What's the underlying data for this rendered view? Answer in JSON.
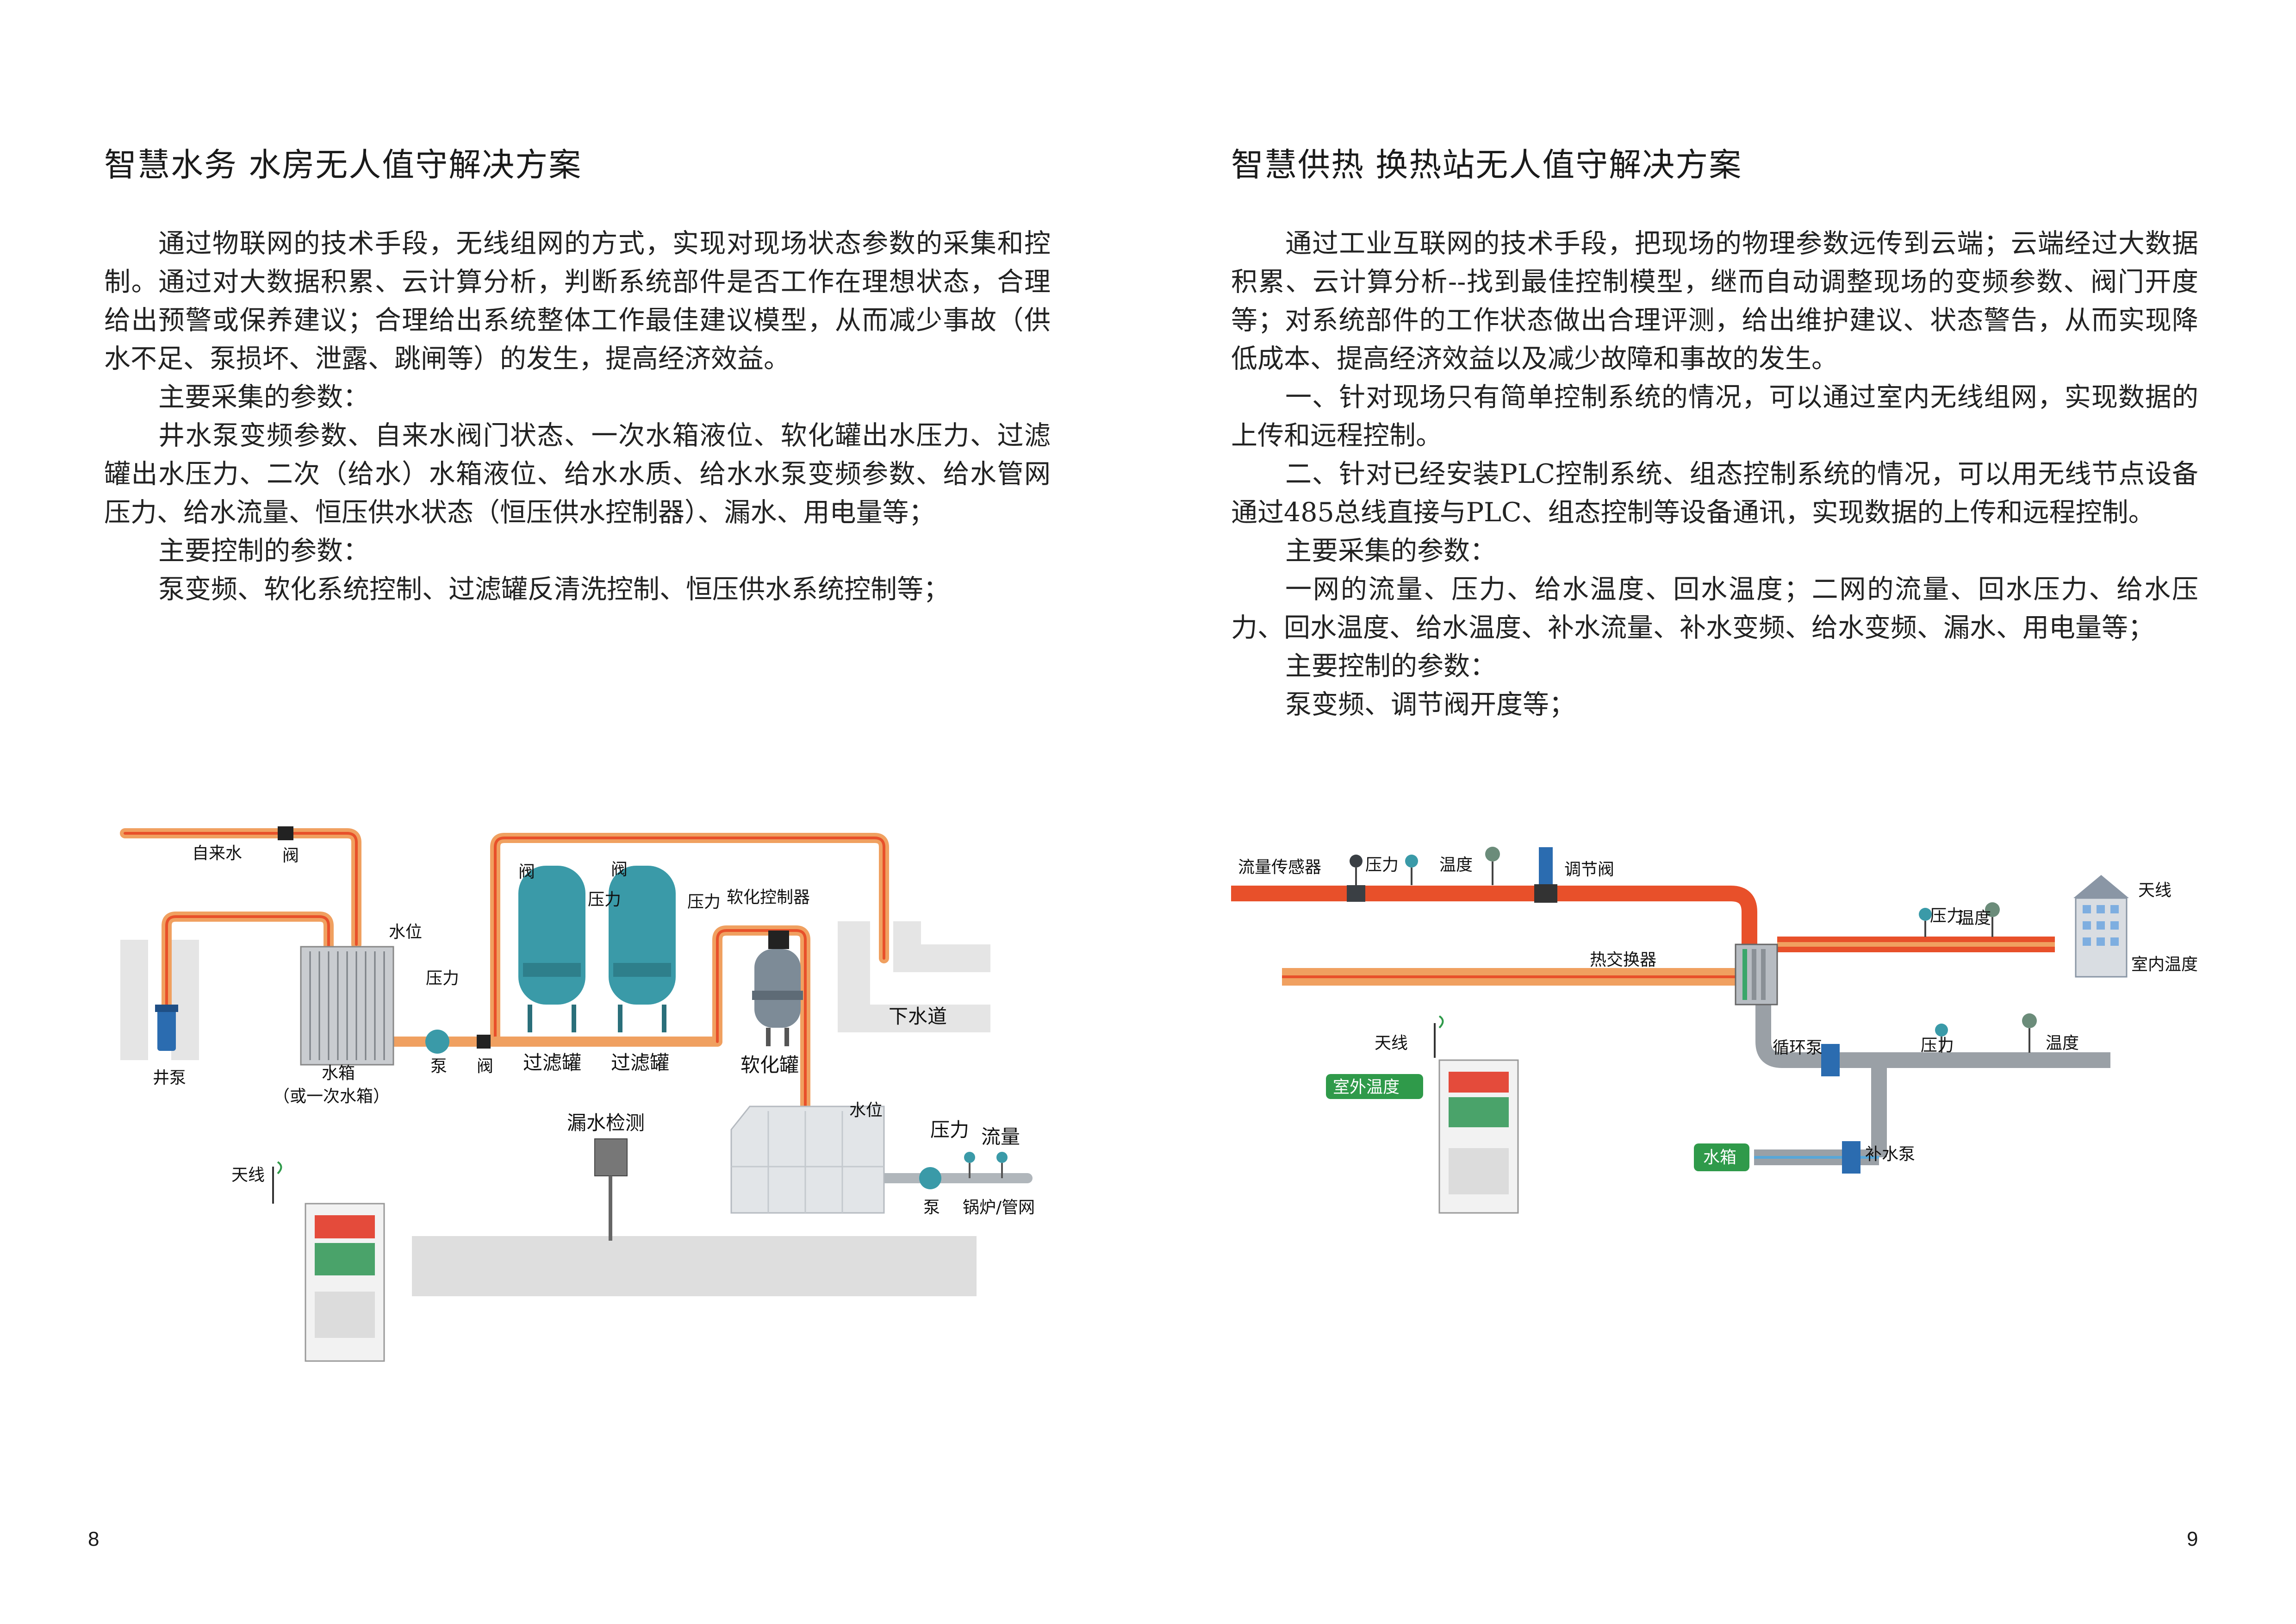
{
  "left": {
    "title": "智慧水务  水房无人值守解决方案",
    "paragraphs": [
      "通过物联网的技术手段，无线组网的方式，实现对现场状态参数的采集和控制。通过对大数据积累、云计算分析，判断系统部件是否工作在理想状态，合理给出预警或保养建议；合理给出系统整体工作最佳建议模型，从而减少事故（供水不足、泵损坏、泄露、跳闸等）的发生，提高经济效益。",
      "主要采集的参数：",
      "井水泵变频参数、自来水阀门状态、一次水箱液位、软化罐出水压力、过滤罐出水压力、二次（给水）水箱液位、给水水质、给水水泵变频参数、给水管网压力、给水流量、恒压供水状态（恒压供水控制器）、漏水、用电量等；",
      "主要控制的参数：",
      "泵变频、软化系统控制、过滤罐反清洗控制、恒压供水系统控制等；"
    ],
    "page_number": "8",
    "diagram": {
      "tap_water": "自来水",
      "valve": "阀",
      "water_level": "水位",
      "pressure": "压力",
      "softener_controller": "软化控制器",
      "well_pump": "井泵",
      "tank": "水箱",
      "tank_sub": "（或一次水箱）",
      "pump": "泵",
      "filter_tank": "过滤罐",
      "softener_tank": "软化罐",
      "sewer": "下水道",
      "leak_detect": "漏水检测",
      "flow": "流量",
      "boiler": "锅炉/管网",
      "antenna": "天线"
    }
  },
  "right": {
    "title": "智慧供热  换热站无人值守解决方案",
    "paragraphs": [
      "通过工业互联网的技术手段，把现场的物理参数远传到云端；云端经过大数据积累、云计算分析--找到最佳控制模型，继而自动调整现场的变频参数、阀门开度等；对系统部件的工作状态做出合理评测，给出维护建议、状态警告，从而实现降低成本、提高经济效益以及减少故障和事故的发生。",
      "一、针对现场只有简单控制系统的情况，可以通过室内无线组网，实现数据的上传和远程控制。",
      "二、针对已经安装PLC控制系统、组态控制系统的情况，可以用无线节点设备通过485总线直接与PLC、组态控制等设备通讯，实现数据的上传和远程控制。",
      "主要采集的参数：",
      "一网的流量、压力、给水温度、回水温度；二网的流量、回水压力、给水压力、回水温度、给水温度、补水流量、补水变频、给水变频、漏水、用电量等；",
      "主要控制的参数：",
      "泵变频、调节阀开度等；"
    ],
    "page_number": "9",
    "diagram": {
      "flow_sensor": "流量传感器",
      "pressure": "压力",
      "temperature": "温度",
      "regulating_valve": "调节阀",
      "heat_exchanger": "热交换器",
      "antenna": "天线",
      "indoor_temp": "室内温度",
      "outdoor_temp": "室外温度",
      "circulation_pump": "循环泵",
      "tank": "水箱",
      "makeup_pump": "补水泵"
    }
  },
  "colors": {
    "hot_pipe": "#e8502a",
    "pipe_orange": "#f0a060",
    "grey_pipe": "#9aa0a6",
    "tank_teal": "#3a9aa8",
    "label_green": "#2f9a4a"
  }
}
